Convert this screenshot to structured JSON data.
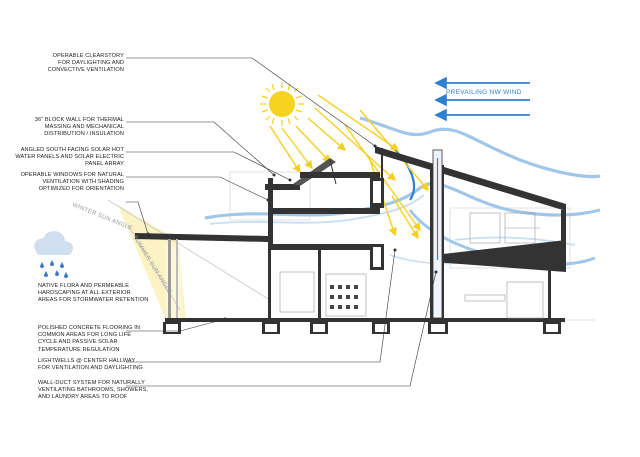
{
  "callouts": [
    {
      "id": "clearstory",
      "text": "OPERABLE CLEARSTORY\nFOR DAYLIGHTING AND\nCONVECTIVE VENTILATION"
    },
    {
      "id": "block-wall",
      "text": "36\" BLOCK WALL FOR THERMAL\nMASSING AND MECHANICAL\nDISTRIBUTION / INSULATION"
    },
    {
      "id": "solar-panels",
      "text": "ANGLED SOUTH FACING SOLAR HOT\nWATER PANELS AND SOLAR ELECTRIC\nPANEL ARRAY"
    },
    {
      "id": "windows",
      "text": "OPERABLE WINDOWS FOR NATURAL\nVENTILATION WITH SHADING\nOPTIMIZED FOR ORIENTATION"
    },
    {
      "id": "native-flora",
      "text": "NATIVE FLORA AND PERMEABLE\nHARDSCAPING AT ALL EXTERIOR\nAREAS FOR STORMWATER RETENTION"
    },
    {
      "id": "concrete",
      "text": "POLISHED CONCRETE FLOORING IN\nCOMMON AREAS FOR LONG LIFE\nCYCLE AND PASSIVE SOLAR\nTEMPERATURE REGULATION"
    },
    {
      "id": "lightwells",
      "text": "LIGHTWELLS @ CENTER HALLWAY\nFOR VENTILATION AND DAYLIGHTING"
    },
    {
      "id": "wall-duct",
      "text": "WALL-DUCT SYSTEM FOR NATURALLY\nVENTILATING BATHROOMS, SHOWERS,\nAND LAUNDRY AREAS TO ROOF"
    }
  ],
  "labels": {
    "prevailing_wind": "PREVAILING NW WIND",
    "winter_sun": "WINTER SUN ANGLE",
    "summer_sun": "SUMMER SUN ANGLE"
  },
  "colors": {
    "sun": "#f7d21e",
    "sun_ray": "#f5d020",
    "wind": "#2f7fd0",
    "wind_soft": "#8fbde6",
    "structure": "#333333",
    "rain": "#3a78c8",
    "cloud": "#cfdff0",
    "winter_wedge": "#fbf3c4"
  },
  "icons": [
    "sun-icon",
    "rain-cloud-icon",
    "wind-arrow-icon"
  ]
}
